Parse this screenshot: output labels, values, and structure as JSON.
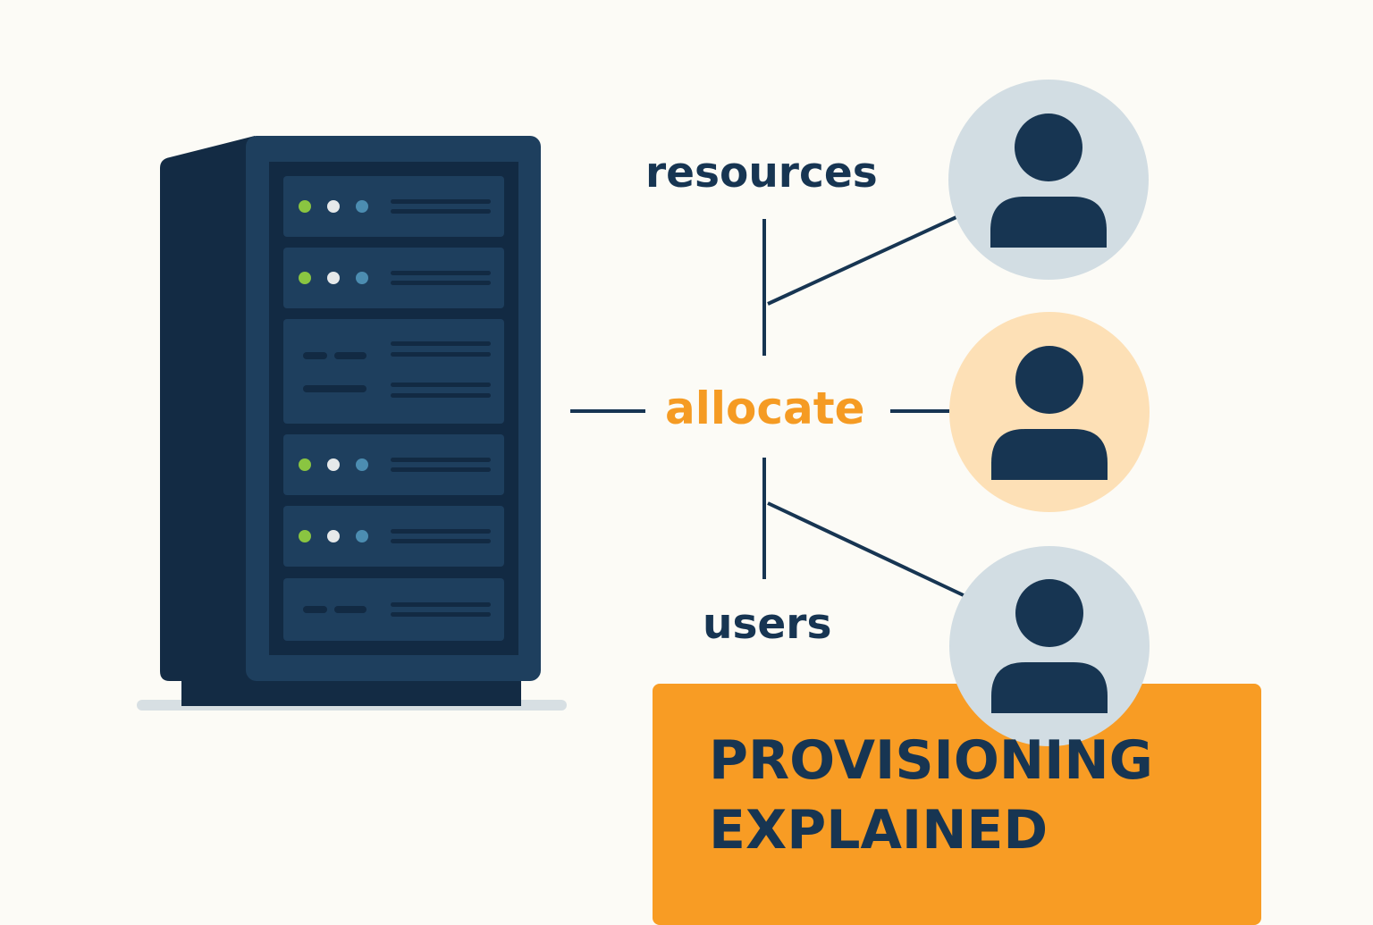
{
  "diagram": {
    "labels": {
      "resources": "resources",
      "allocate": "allocate",
      "users": "users"
    },
    "banner": {
      "line1": "PROVISIONING",
      "line2": "EXPLAINED"
    },
    "users": [
      {
        "role": "user",
        "highlighted": false
      },
      {
        "role": "user",
        "highlighted": true
      },
      {
        "role": "user",
        "highlighted": false
      }
    ],
    "server": {
      "units": [
        {
          "type": "leds",
          "leds": [
            "green",
            "white",
            "blue"
          ]
        },
        {
          "type": "leds",
          "leds": [
            "green",
            "white",
            "blue"
          ]
        },
        {
          "type": "slots"
        },
        {
          "type": "leds",
          "leds": [
            "green",
            "white",
            "blue"
          ]
        },
        {
          "type": "leds",
          "leds": [
            "green",
            "white",
            "blue"
          ]
        },
        {
          "type": "slots"
        }
      ]
    }
  },
  "colors": {
    "background": "#fcfbf6",
    "navy": "#173552",
    "server_body": "#1e3f5e",
    "accent": "#f89c24",
    "accent_text": "#f59b23",
    "user_circle": "#d2dde3",
    "user_circle_highlight": "#fde0b6",
    "led_green": "#8ac541",
    "led_white": "#e6e9ea",
    "led_blue": "#4c8db1"
  }
}
